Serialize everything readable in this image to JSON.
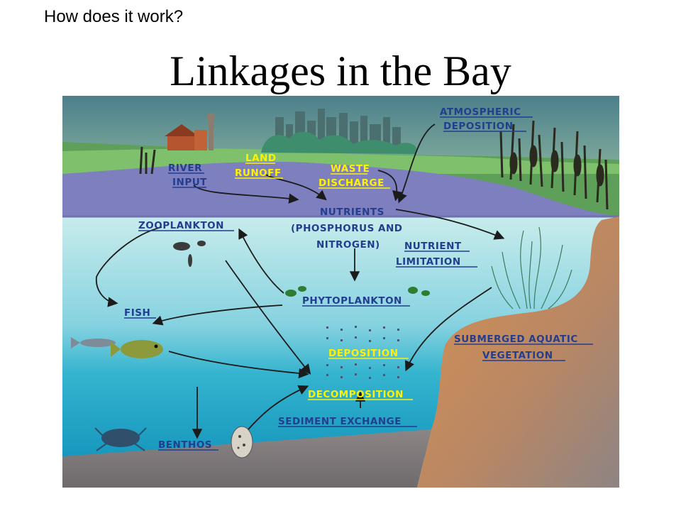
{
  "header": {
    "label": "How does it work?"
  },
  "slide": {
    "title": "Linkages in the Bay"
  },
  "diagram": {
    "labels": {
      "river_input": [
        "RIVER",
        "INPUT"
      ],
      "land_runoff": [
        "LAND",
        "RUNOFF"
      ],
      "waste_discharge": [
        "WASTE",
        "DISCHARGE"
      ],
      "atmospheric_deposition": [
        "ATMOSPHERIC",
        "DEPOSITION"
      ],
      "nutrients": [
        "NUTRIENTS",
        "(PHOSPHORUS AND",
        "NITROGEN)"
      ],
      "nutrient_limitation": [
        "NUTRIENT",
        "LIMITATION"
      ],
      "zooplankton": "ZOOPLANKTON",
      "phytoplankton": "PHYTOPLANKTON",
      "fish": "FISH",
      "deposition": "DEPOSITION",
      "decomposition": "DECOMPOSITION",
      "sediment_exchange": "SEDIMENT EXCHANGE",
      "benthos": "BENTHOS",
      "sav": [
        "SUBMERGED AQUATIC",
        "VEGETATION"
      ]
    },
    "colors": {
      "sky": "#5d8c97",
      "land_green": "#5ea05a",
      "surface_water": "#7d7fbe",
      "water_light": "#bfe8ea",
      "water_deep": "#1fa3c4",
      "sediment": "#7c7778",
      "shore": "#d08a4e",
      "label_navy": "#233d8f",
      "label_yellow": "#fff200"
    }
  }
}
